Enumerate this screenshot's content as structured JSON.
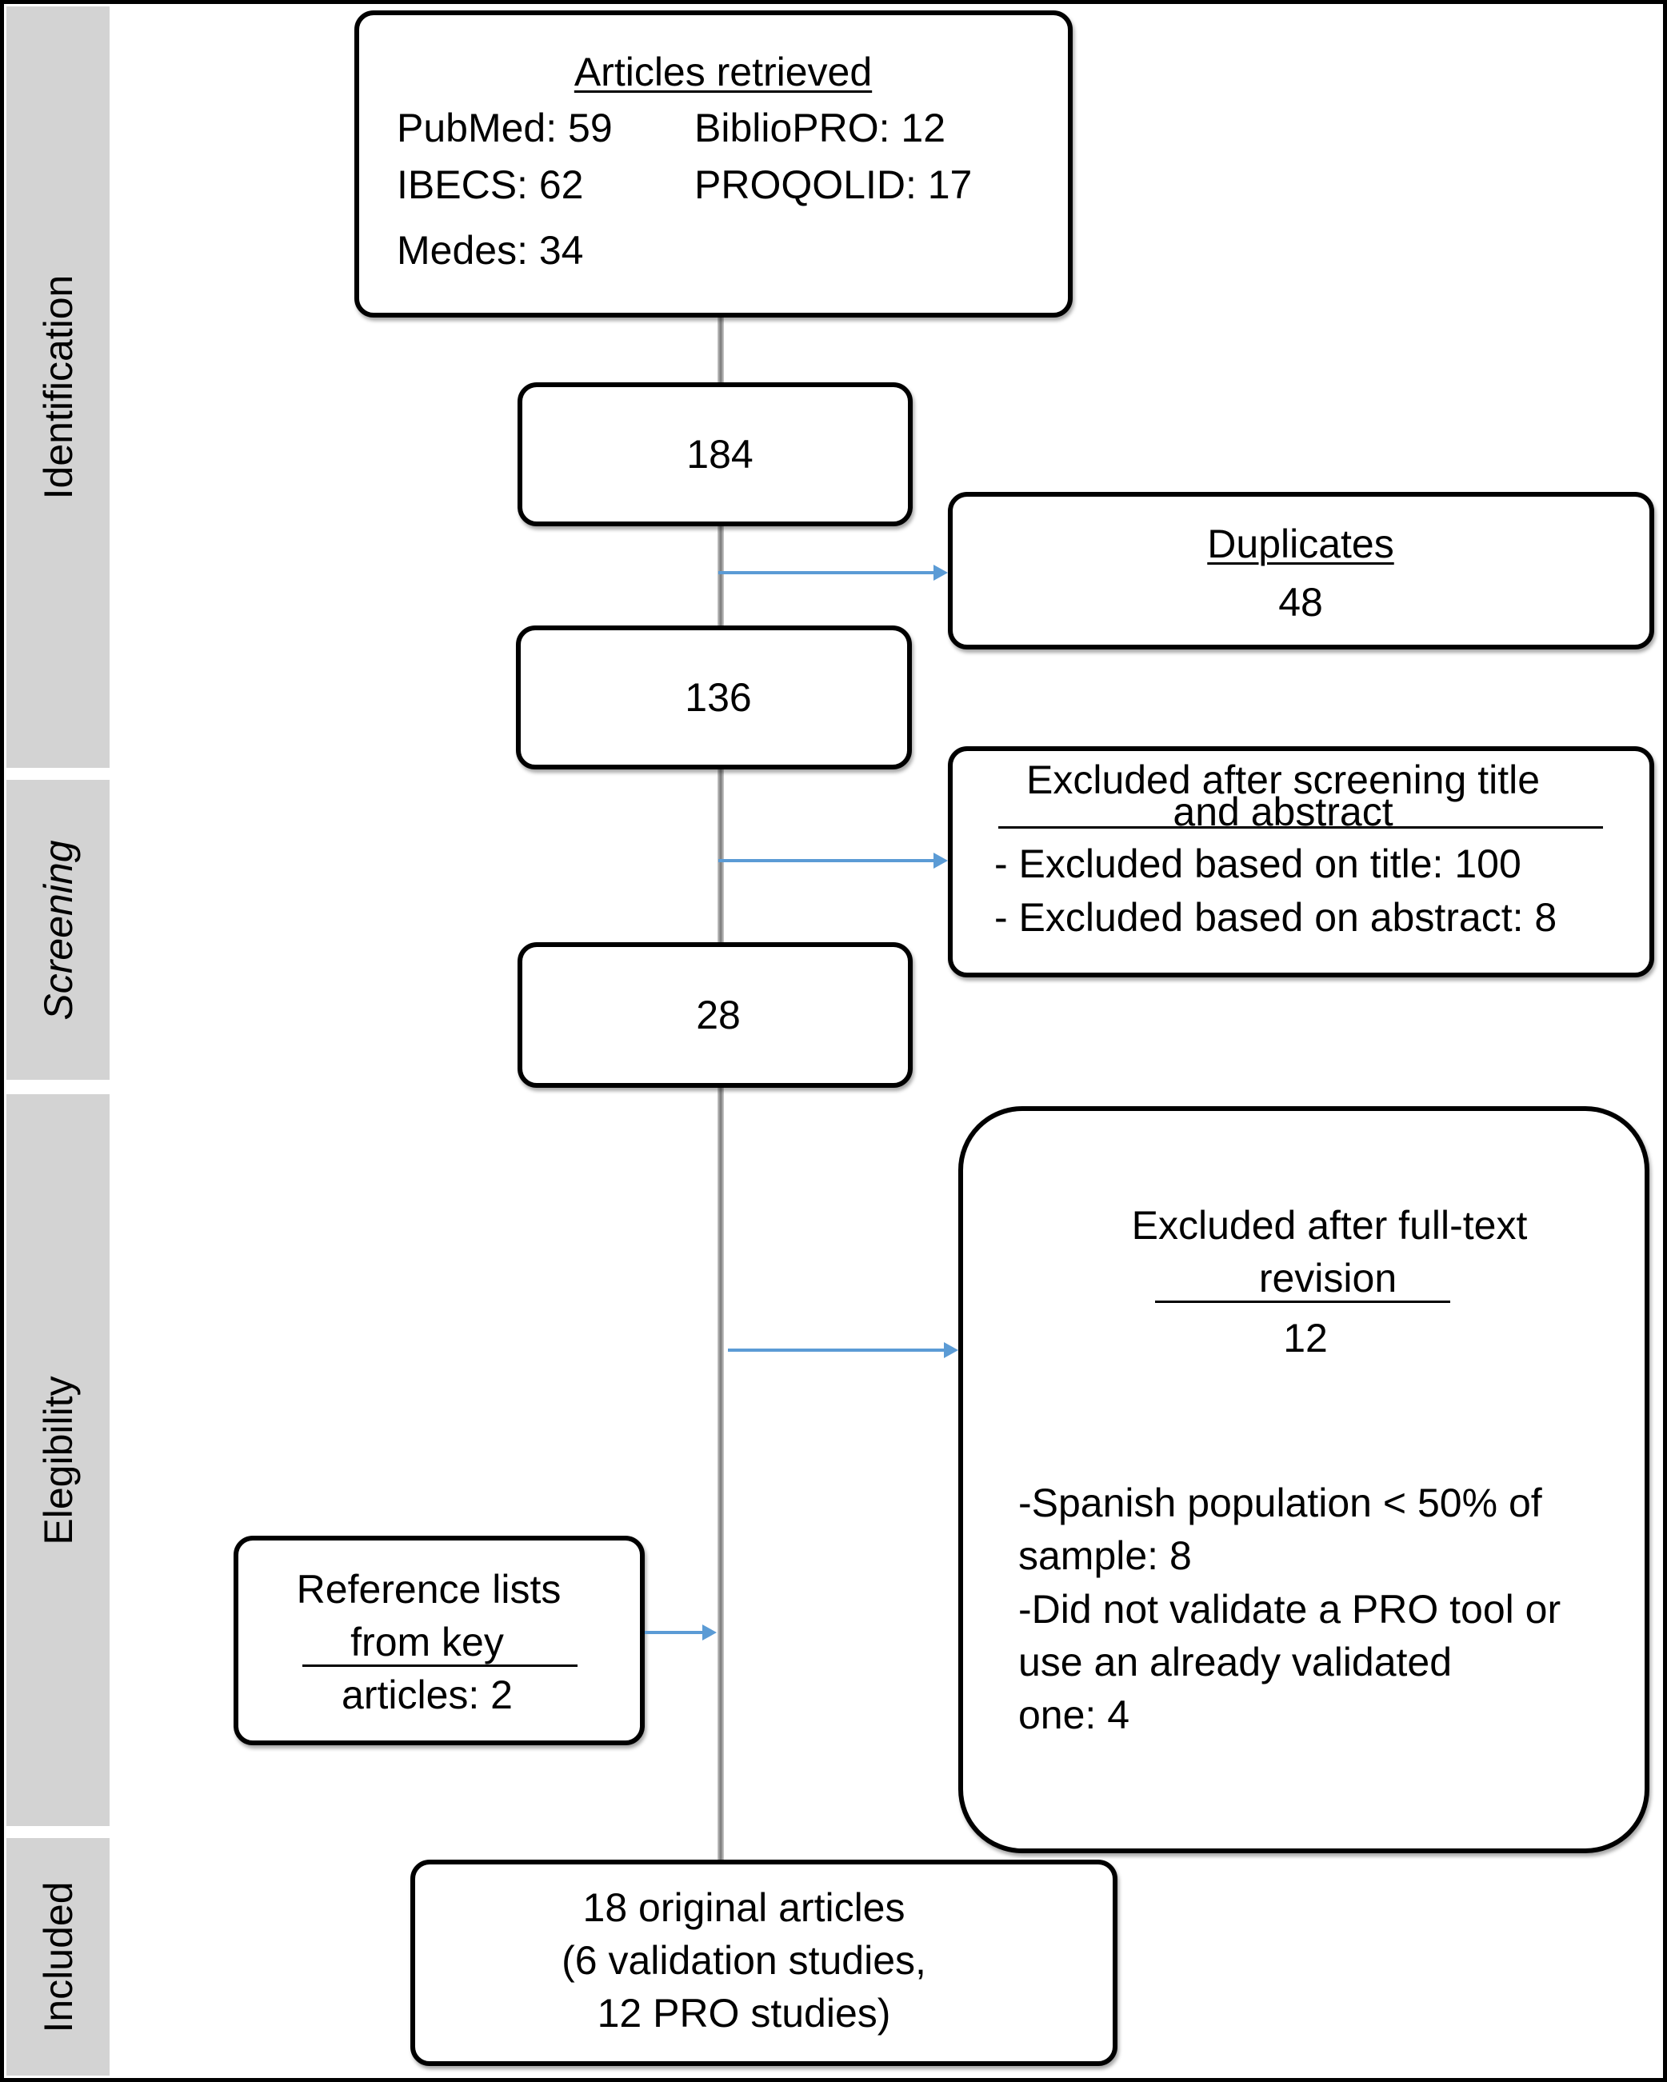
{
  "stages": {
    "identification": "Identification",
    "screening": "Screening",
    "eligibility": "Elegibility",
    "included": "Included"
  },
  "retrieved": {
    "title": "Articles retrieved",
    "sources": [
      {
        "label": "PubMed: 59"
      },
      {
        "label": "BiblioPRO: 12"
      },
      {
        "label": "IBECS: 62"
      },
      {
        "label": "PROQOLID: 17"
      },
      {
        "label": "Medes: 34"
      }
    ]
  },
  "counts": {
    "after_retrieval": "184",
    "after_duplicates": "136",
    "after_screening": "28"
  },
  "duplicates": {
    "title": "Duplicates",
    "value": "48"
  },
  "screening_excluded": {
    "title_line1": "Excluded after screening title",
    "title_line2": "and abstract",
    "items": [
      "- Excluded based on title: 100",
      "- Excluded based on abstract: 8"
    ]
  },
  "fulltext_excluded": {
    "title_line1": "Excluded after full-text",
    "title_line2": "revision",
    "value": "12",
    "lines": [
      "-Spanish population < 50% of",
      "sample: 8",
      "-Did not validate a PRO tool or",
      "use an already validated",
      "one: 4"
    ]
  },
  "reference_lists": {
    "line1": "Reference lists",
    "line2": "from key",
    "line3": "articles: 2"
  },
  "included": {
    "line1": "18 original articles",
    "line2": "(6 validation studies,",
    "line3": "12 PRO studies)"
  },
  "colors": {
    "arrow": "#5b9bd5",
    "stage_band": "#d3d3d3"
  }
}
